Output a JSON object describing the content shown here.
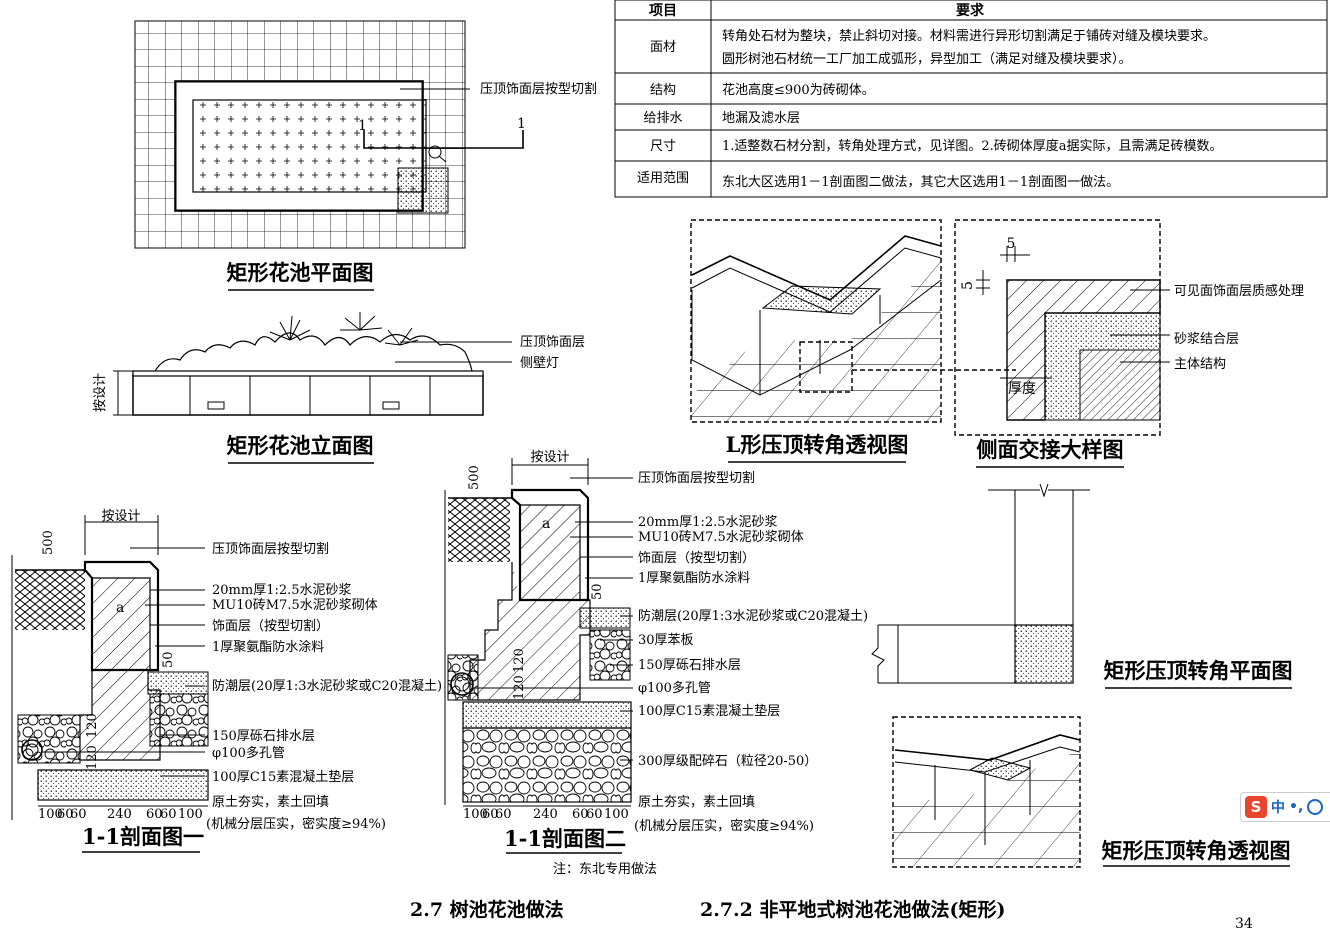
{
  "table": {
    "headers": [
      "项目",
      "要求"
    ],
    "rows": [
      {
        "item": "面材",
        "lines": [
          "转角处石材为整块，禁止斜切对接。材料需进行异形切割满足于铺砖对缝及模块要求。",
          "圆形树池石材统一工厂加工成弧形，异型加工（满足对缝及模块要求）。"
        ]
      },
      {
        "item": "结构",
        "lines": [
          "花池高度≤900为砖砌体。"
        ]
      },
      {
        "item": "给排水",
        "lines": [
          "地漏及滤水层"
        ]
      },
      {
        "item": "尺寸",
        "lines": [
          "1.适整数石材分割，转角处理方式，见详图。2.砖砌体厚度a据实际，且需满足砖模数。"
        ]
      },
      {
        "item": "适用范围",
        "lines": [
          "东北大区选用1－1剖面图二做法，其它大区选用1－1剖面图一做法。"
        ]
      }
    ]
  },
  "plan": {
    "title": "矩形花池平面图",
    "label_cap": "压顶饰面层按型切割",
    "section_mark_left": "1",
    "section_mark_right": "1"
  },
  "elevation": {
    "title": "矩形花池立面图",
    "label_cap": "压顶饰面层",
    "label_light": "侧壁灯",
    "dim_height": "按设计"
  },
  "l_perspective": {
    "title": "L形压顶转角透视图"
  },
  "side_detail": {
    "title": "侧面交接大样图",
    "dim_top": "5",
    "dim_left": "5",
    "label_thickness": "厚度",
    "labels": [
      "可见面饰面层质感处理",
      "砂浆结合层",
      "主体结构"
    ]
  },
  "section1": {
    "title": "1-1剖面图一",
    "dim_top": "按设计",
    "dim_soil": "500",
    "mark_a": "a",
    "dim_50": "50",
    "dim_120a": "120",
    "dim_120b": "120",
    "bottom_dims": [
      "100",
      "60",
      "60",
      "240",
      "60",
      "60",
      "100"
    ],
    "labels": [
      "压顶饰面层按型切割",
      "20mm厚1:2.5水泥砂浆",
      "MU10砖M7.5水泥砂浆砌体",
      "饰面层（按型切割）",
      "1厚聚氨酯防水涂料",
      "防潮层(20厚1:3水泥砂浆或C20混凝土)",
      "150厚砾石排水层",
      "φ100多孔管",
      "100厚C15素混凝土垫层",
      "原土夯实，素土回填",
      "(机械分层压实，密实度≥94%)"
    ]
  },
  "section2": {
    "title": "1-1剖面图二",
    "note": "注：东北专用做法",
    "dim_top": "按设计",
    "dim_soil": "500",
    "mark_a": "a",
    "dim_50": "50",
    "dim_120a": "120",
    "dim_120b": "120",
    "bottom_dims": [
      "100",
      "60",
      "60",
      "240",
      "60",
      "60",
      "100"
    ],
    "labels": [
      "压顶饰面层按型切割",
      "20mm厚1:2.5水泥砂浆",
      "MU10砖M7.5水泥砂浆砌体",
      "饰面层（按型切割）",
      "1厚聚氨酯防水涂料",
      "防潮层(20厚1:3水泥砂浆或C20混凝土)",
      "30厚苯板",
      "150厚砾石排水层",
      "φ100多孔管",
      "100厚C15素混凝土垫层",
      "300厚级配碎石（粒径20-50）",
      "原土夯实，素土回填",
      "(机械分层压实，密实度≥94%)"
    ]
  },
  "corner_plan": {
    "title": "矩形压顶转角平面图"
  },
  "corner_perspective": {
    "title": "矩形压顶转角透视图"
  },
  "footer": {
    "section_left": "2.7 树池花池做法",
    "section_right": "2.7.2 非平地式树池花池做法(矩形)",
    "page_number": "34"
  },
  "ime": {
    "mode": "中",
    "punct": "•,"
  }
}
